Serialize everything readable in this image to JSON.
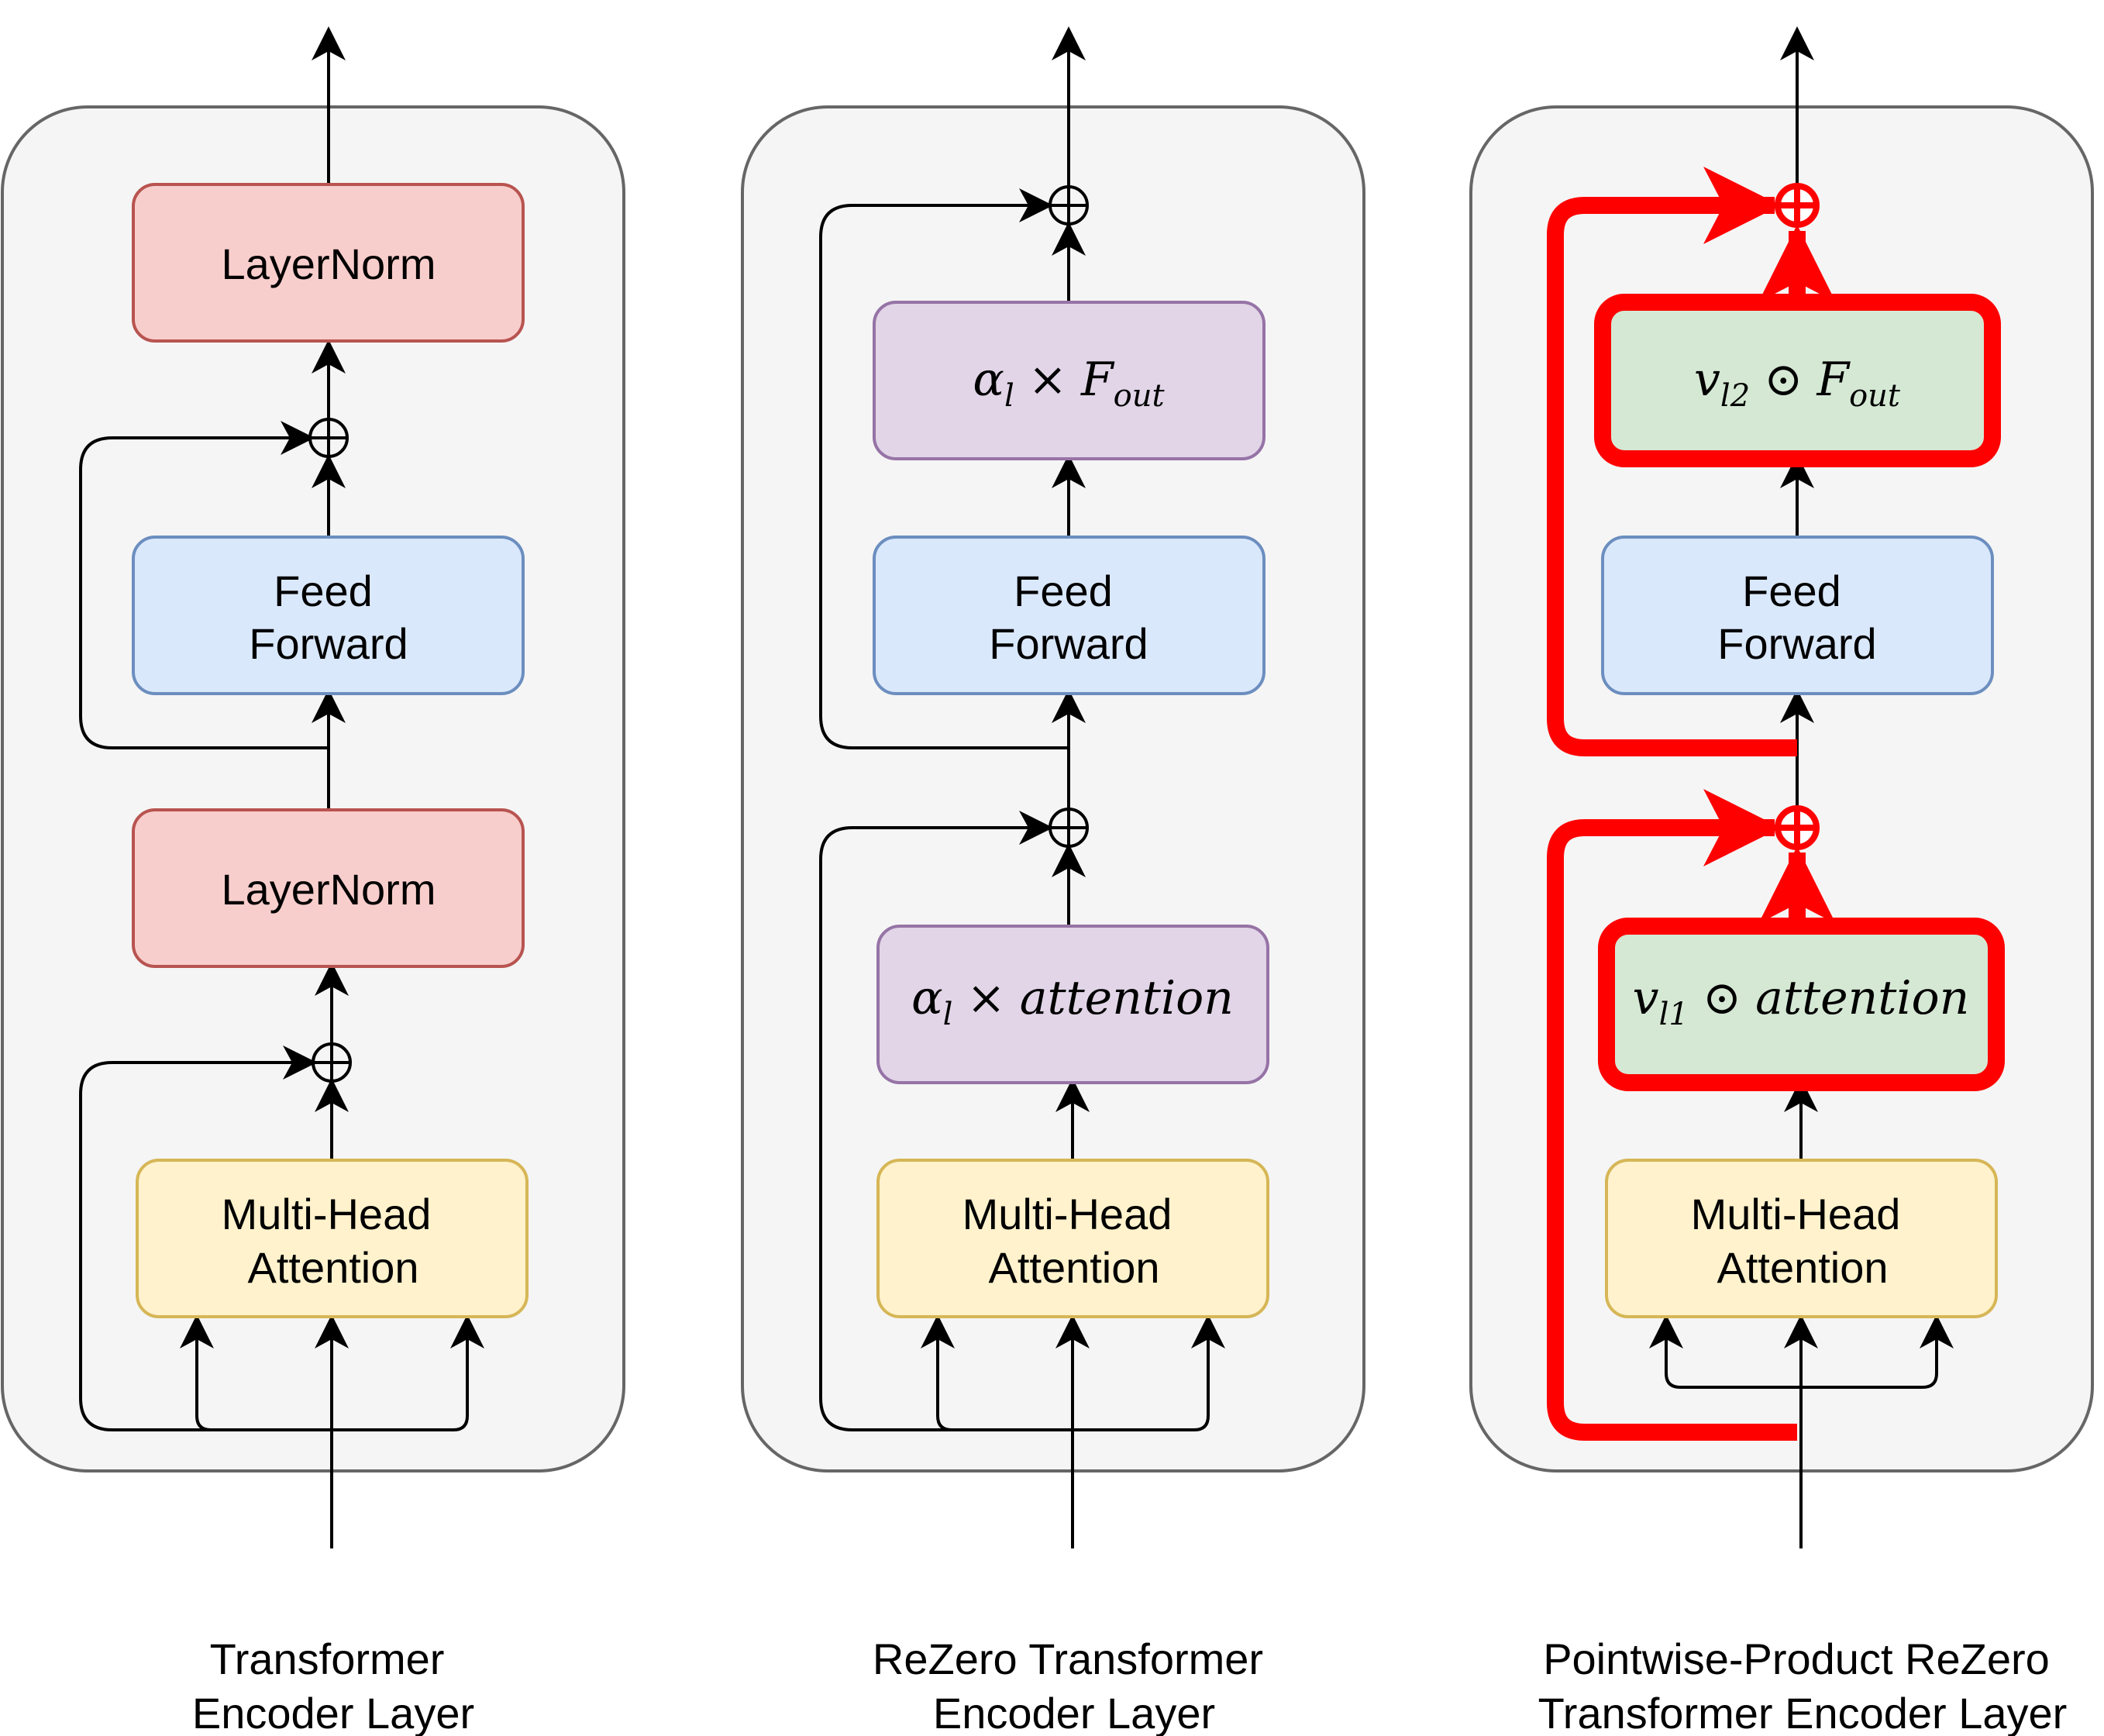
{
  "panels": [
    {
      "caption": [
        "Transformer",
        "Encoder Layer"
      ],
      "blocks": {
        "top_norm": "LayerNorm",
        "feed_forward": [
          "Feed",
          "Forward"
        ],
        "mid_norm": "LayerNorm",
        "attention": [
          "Multi-Head",
          "Attention"
        ]
      }
    },
    {
      "caption": [
        "ReZero Transformer",
        "Encoder Layer"
      ],
      "blocks": {
        "scale_ff": {
          "coef": "α",
          "sub": "l",
          "op": "×",
          "term": "F",
          "term_sub": "out"
        },
        "feed_forward": [
          "Feed",
          "Forward"
        ],
        "scale_attn": {
          "coef": "α",
          "sub": "l",
          "op": "×",
          "term": "attention",
          "term_sub": ""
        },
        "attention": [
          "Multi-Head",
          "Attention"
        ]
      }
    },
    {
      "caption": [
        "Pointwise-Product ReZero",
        "Transformer Encoder Layer"
      ],
      "blocks": {
        "scale_ff": {
          "coef": "v",
          "sub": "l2",
          "op": "⊙",
          "term": "F",
          "term_sub": "out"
        },
        "feed_forward": [
          "Feed",
          "Forward"
        ],
        "scale_attn": {
          "coef": "v",
          "sub": "l1",
          "op": "⊙",
          "term": "attention",
          "term_sub": ""
        },
        "attention": [
          "Multi-Head",
          "Attention"
        ]
      }
    }
  ],
  "colors": {
    "norm_fill": "#f8cecc",
    "norm_stroke": "#b85450",
    "ff_fill": "#dae8fc",
    "ff_stroke": "#6c8ebf",
    "scale_fill": "#e1d5e7",
    "scale_stroke": "#9673a6",
    "pw_fill": "#d5e8d4",
    "pw_stroke": "#ff0000",
    "attn_fill": "#fff2cc",
    "attn_stroke": "#d6b656",
    "highlight": "#ff0000"
  }
}
